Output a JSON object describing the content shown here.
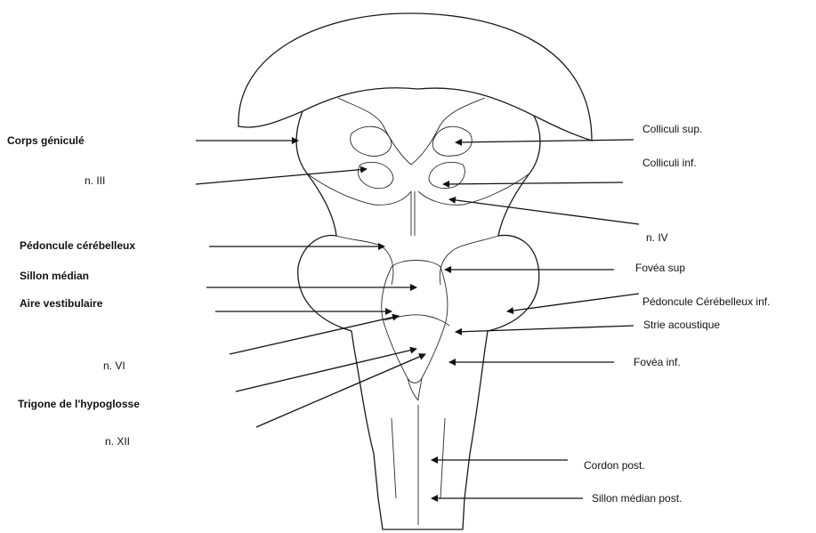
{
  "figure": {
    "labels_left": {
      "corps_genicule": "Corps géniculé",
      "n_iii": "n. III",
      "pedoncule_cerebelleux": "Pédoncule cérébelleux",
      "sillon_median": "Sillon médian",
      "aire_vestibulaire": "Aire vestibulaire",
      "n_vi": "n. VI",
      "trigone_hypoglosse": "Trigone de l'hypoglosse",
      "n_xii": "n. XII"
    },
    "labels_right": {
      "colliculi_sup": "Colliculi sup.",
      "colliculi_inf": "Colliculi inf.",
      "n_iv": "n. IV",
      "fovea_sup": "Fovéa sup",
      "pedoncule_cerebelleux_inf": "Pédoncule Cérébelleux inf.",
      "strie_acoustique": "Strie acoustique",
      "fovea_inf": "Fovéa inf.",
      "cordon_post": "Cordon post.",
      "sillon_median_post": "Sillon médian post."
    }
  }
}
